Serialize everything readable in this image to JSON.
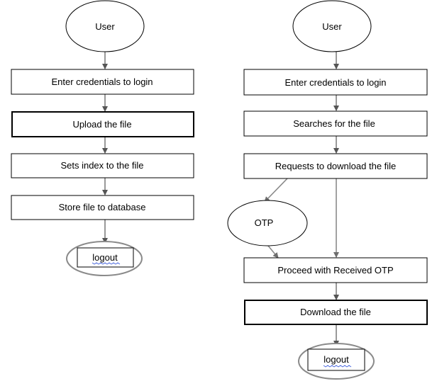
{
  "left_flow": {
    "start": "User",
    "steps": [
      "Enter credentials to login",
      "Upload the file",
      "Sets index to the file",
      "Store file to database"
    ],
    "end": "logout"
  },
  "right_flow": {
    "start": "User",
    "steps": [
      "Enter credentials to login",
      "Searches for the file",
      "Requests to download the file"
    ],
    "otp": "OTP",
    "steps_after": [
      "Proceed with Received OTP",
      "Download the file"
    ],
    "end": "logout"
  },
  "colors": {
    "stroke": "#000000",
    "connector": "#555555",
    "grey_outline": "#8a8a8a",
    "spell_underline": "#3b5bdb"
  }
}
